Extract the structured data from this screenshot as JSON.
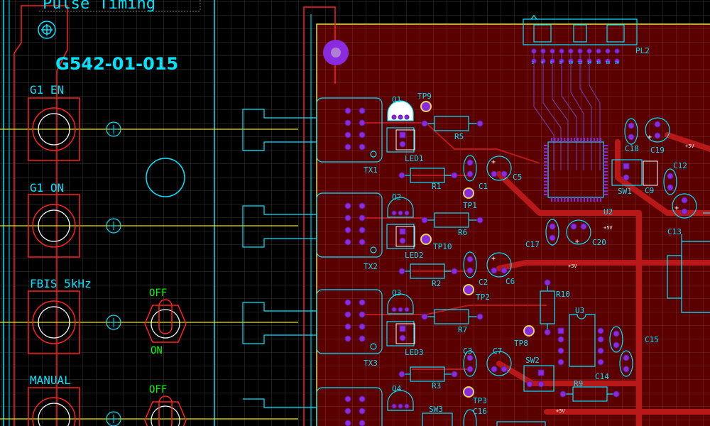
{
  "panel": {
    "title": "Pulse Timing",
    "part_number": "G542-01-015",
    "labels": [
      {
        "id": "g1en",
        "text": "G1 EN"
      },
      {
        "id": "g1on",
        "text": "G1 ON"
      },
      {
        "id": "fbis",
        "text": "FBIS 5kHz"
      },
      {
        "id": "manual",
        "text": "MANUAL"
      }
    ],
    "switch_labels": [
      {
        "id": "off1",
        "text": "OFF"
      },
      {
        "id": "on1",
        "text": "ON"
      },
      {
        "id": "off2",
        "text": "OFF"
      }
    ]
  },
  "refs": {
    "Q1": "Q1",
    "Q2": "Q2",
    "Q3": "Q3",
    "Q4": "Q4",
    "TX1": "TX1",
    "TX2": "TX2",
    "TX3": "TX3",
    "LED1": "LED1",
    "LED2": "LED2",
    "LED3": "LED3",
    "TP1": "TP1",
    "TP2": "TP2",
    "TP3": "TP3",
    "TP8": "TP8",
    "TP9": "TP9",
    "TP10": "TP10",
    "R1": "R1",
    "R2": "R2",
    "R3": "R3",
    "R5": "R5",
    "R6": "R6",
    "R7": "R7",
    "R9": "R9",
    "R10": "R10",
    "C1": "C1",
    "C2": "C2",
    "C3": "C3",
    "C5": "C5",
    "C6": "C6",
    "C7": "C7",
    "C9": "C9",
    "C12": "C12",
    "C13": "C13",
    "C14": "C14",
    "C15": "C15",
    "C16": "C16",
    "C17": "C17",
    "C18": "C18",
    "C19": "C19",
    "C20": "C20",
    "U2": "U2",
    "U3": "U3",
    "SW1": "SW1",
    "SW2": "SW2",
    "SW3": "SW3",
    "PL2": "PL2"
  },
  "pl2_pins": [
    "1",
    "2",
    "3",
    "4",
    "5",
    "6",
    "7",
    "8",
    "9",
    "10",
    "11",
    "12",
    "13",
    "14",
    "15",
    "16",
    "17",
    "18",
    "19",
    "20"
  ],
  "net_label": "+5V",
  "colors": {
    "board_bg": "#000000",
    "grid": "#404040",
    "copper_fill": "#5a0000",
    "track": "#b81818",
    "silkscreen": "#00e5ff",
    "panel_outline": "#ff2020",
    "signal_line": "#e8e800",
    "pad": "#8a2be2",
    "switch_text": "#00ff00"
  }
}
